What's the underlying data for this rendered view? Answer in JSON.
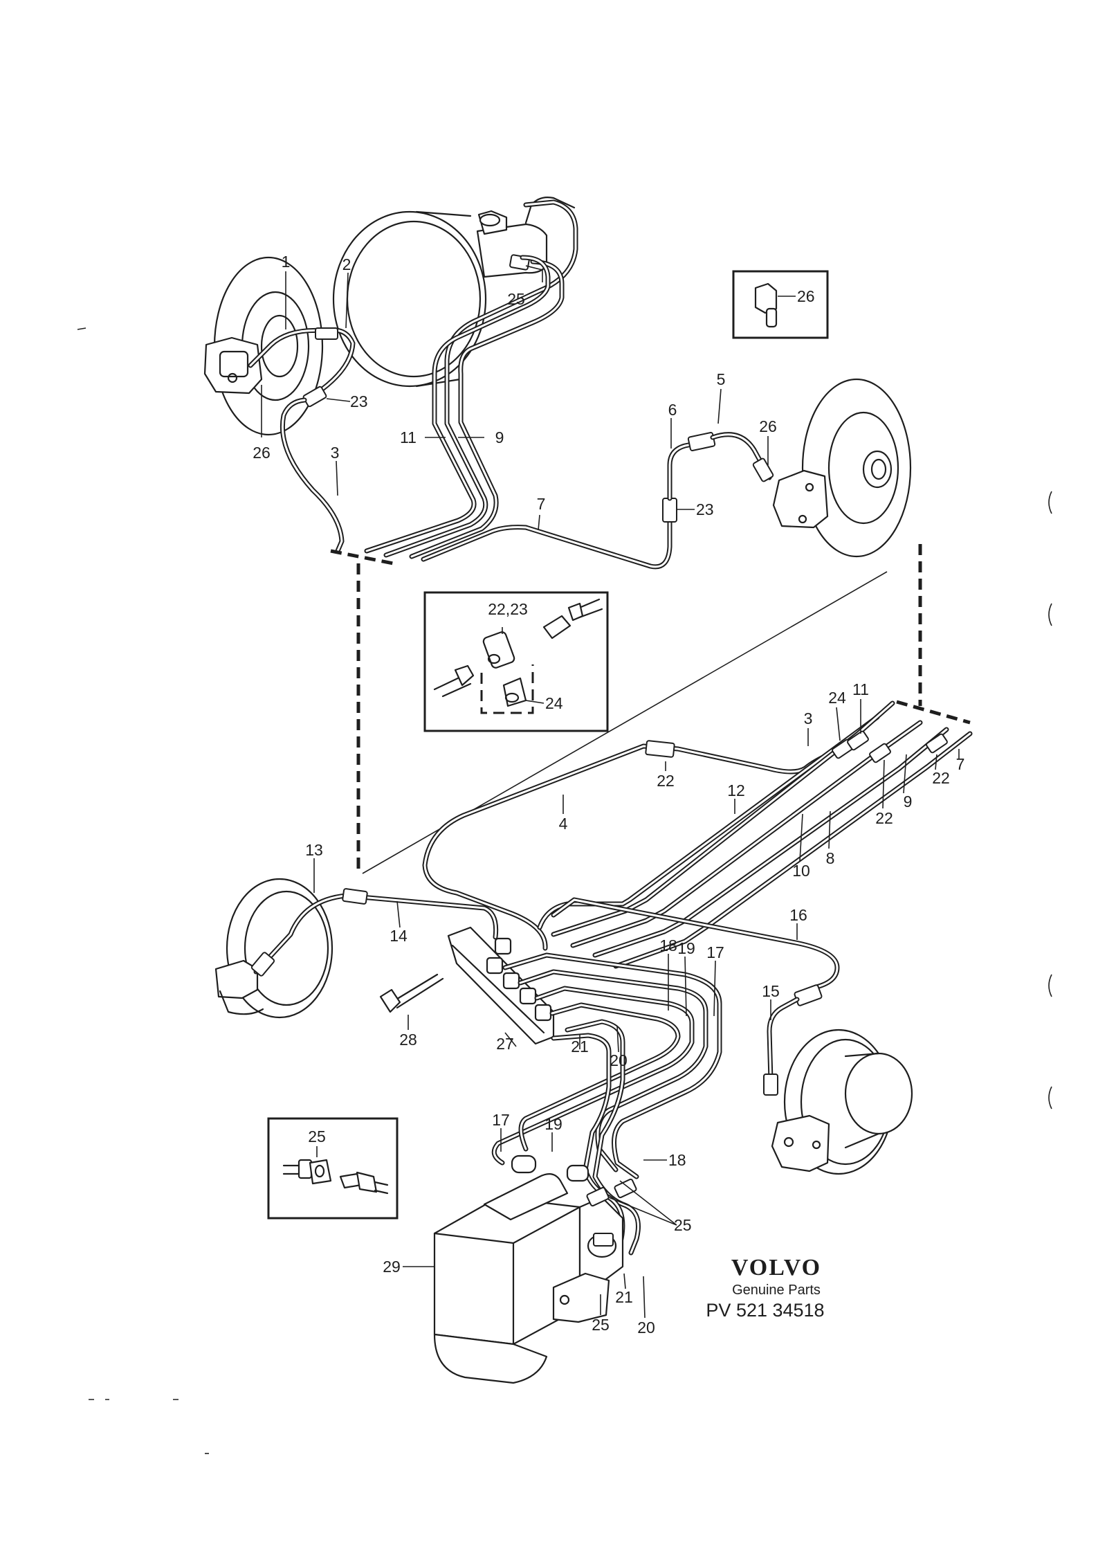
{
  "brand": {
    "name": "VOLVO",
    "subtitle": "Genuine Parts",
    "part_number": "PV 521  34518"
  },
  "callouts": [
    {
      "id": "c1",
      "text": "1"
    },
    {
      "id": "c2",
      "text": "2"
    },
    {
      "id": "c25a",
      "text": "25"
    },
    {
      "id": "c26a",
      "text": "26"
    },
    {
      "id": "c23a",
      "text": "23"
    },
    {
      "id": "c3a",
      "text": "3"
    },
    {
      "id": "c11a",
      "text": "11"
    },
    {
      "id": "c9a",
      "text": "9"
    },
    {
      "id": "c26b",
      "text": "26"
    },
    {
      "id": "c5",
      "text": "5"
    },
    {
      "id": "c6",
      "text": "6"
    },
    {
      "id": "c26c",
      "text": "26"
    },
    {
      "id": "c7a",
      "text": "7"
    },
    {
      "id": "c23b",
      "text": "23"
    },
    {
      "id": "c2223",
      "text": "22,23"
    },
    {
      "id": "c24a",
      "text": "24"
    },
    {
      "id": "c24b",
      "text": "24"
    },
    {
      "id": "c11b",
      "text": "11"
    },
    {
      "id": "c3b",
      "text": "3"
    },
    {
      "id": "c22a",
      "text": "22"
    },
    {
      "id": "c7b",
      "text": "7"
    },
    {
      "id": "c22b",
      "text": "22"
    },
    {
      "id": "c9b",
      "text": "9"
    },
    {
      "id": "c22c",
      "text": "22"
    },
    {
      "id": "c12",
      "text": "12"
    },
    {
      "id": "c4",
      "text": "4"
    },
    {
      "id": "c8",
      "text": "8"
    },
    {
      "id": "c10",
      "text": "10"
    },
    {
      "id": "c13",
      "text": "13"
    },
    {
      "id": "c14",
      "text": "14"
    },
    {
      "id": "c16",
      "text": "16"
    },
    {
      "id": "c18a",
      "text": "18"
    },
    {
      "id": "c19a",
      "text": "19"
    },
    {
      "id": "c17a",
      "text": "17"
    },
    {
      "id": "c15",
      "text": "15"
    },
    {
      "id": "c28",
      "text": "28"
    },
    {
      "id": "c27",
      "text": "27"
    },
    {
      "id": "c21a",
      "text": "21"
    },
    {
      "id": "c20a",
      "text": "20"
    },
    {
      "id": "c17b",
      "text": "17"
    },
    {
      "id": "c19b",
      "text": "19"
    },
    {
      "id": "c18b",
      "text": "18"
    },
    {
      "id": "c25b",
      "text": "25"
    },
    {
      "id": "c25c",
      "text": "25"
    },
    {
      "id": "c29",
      "text": "29"
    },
    {
      "id": "c21b",
      "text": "21"
    },
    {
      "id": "c25d",
      "text": "25"
    },
    {
      "id": "c20b",
      "text": "20"
    }
  ]
}
